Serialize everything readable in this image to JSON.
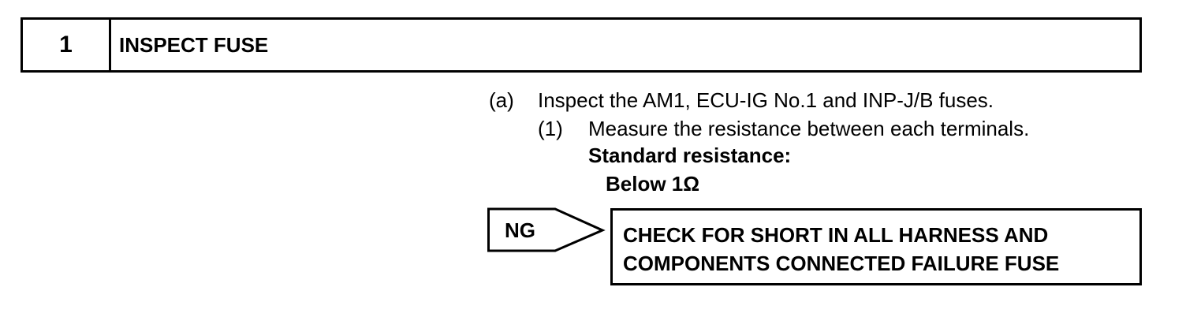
{
  "step": {
    "number": "1",
    "title": "INSPECT FUSE"
  },
  "instructions": {
    "a_marker": "(a)",
    "a_text": "Inspect the AM1, ECU-IG No.1 and INP-J/B fuses.",
    "sub1_marker": "(1)",
    "sub1_text": "Measure the resistance between each terminals.",
    "standard_label": "Standard resistance:",
    "standard_value": "Below 1Ω"
  },
  "result": {
    "ng_label": "NG",
    "line1": "CHECK FOR SHORT IN ALL HARNESS AND",
    "line2": "COMPONENTS CONNECTED FAILURE FUSE"
  }
}
